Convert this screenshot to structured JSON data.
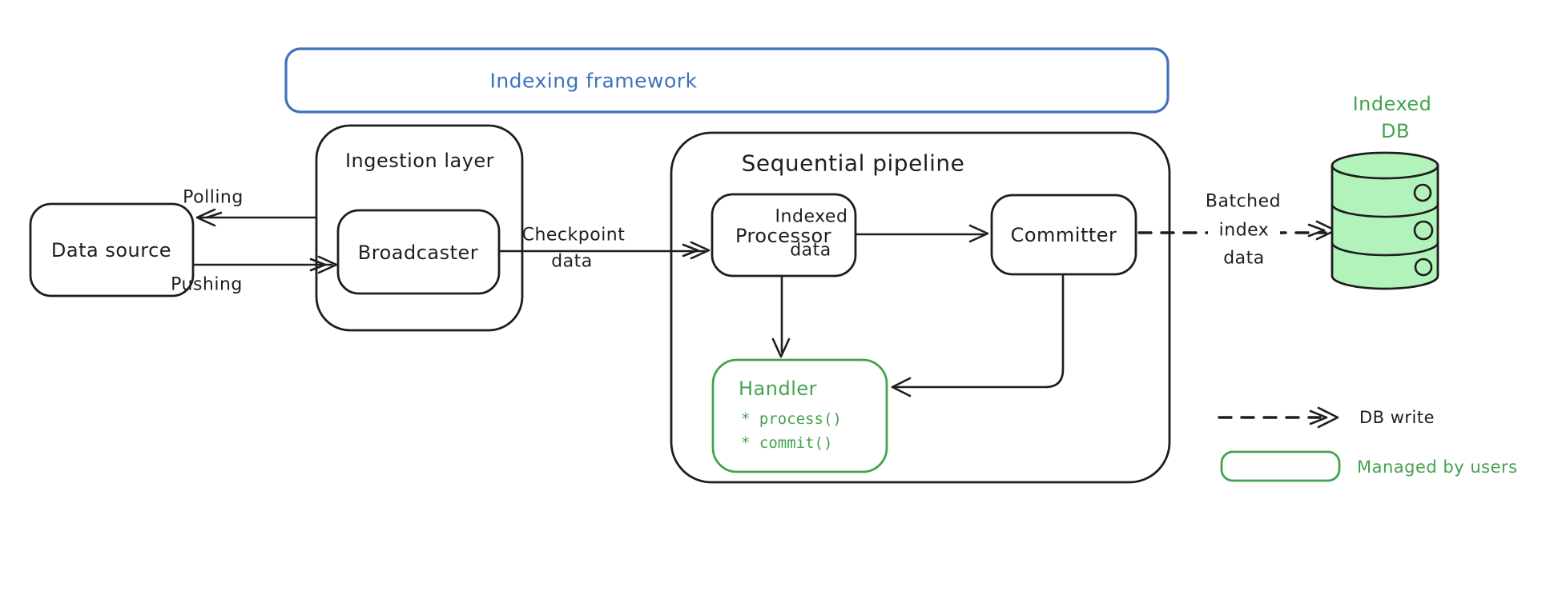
{
  "diagram": {
    "frame": {
      "label": "Indexing framework",
      "color": "#3d72bf"
    },
    "nodes": {
      "data_source": {
        "label": "Data source"
      },
      "ingestion_layer": {
        "label": "Ingestion layer"
      },
      "broadcaster": {
        "label": "Broadcaster"
      },
      "sequential_pipeline": {
        "label": "Sequential pipeline"
      },
      "processor": {
        "label": "Processor"
      },
      "committer": {
        "label": "Committer"
      },
      "handler": {
        "title": "Handler",
        "methods": [
          "* process()",
          "* commit()"
        ],
        "color": "#44a24e"
      },
      "indexed_db": {
        "line1": "Indexed",
        "line2": "DB",
        "color": "#44a24e",
        "fill": "#b2f2bb"
      }
    },
    "edges": {
      "polling": {
        "label": "Polling"
      },
      "pushing": {
        "label": "Pushing"
      },
      "checkpoint": {
        "line1": "Checkpoint",
        "line2": "data"
      },
      "indexed_data": {
        "line1": "Indexed",
        "line2": "data"
      },
      "batched_index": {
        "line1": "Batched",
        "line2": "index",
        "line3": "data"
      }
    },
    "legend": {
      "db_write_label": "DB write",
      "managed_by_users_label": "Managed by users"
    },
    "colors": {
      "stroke": "#1e1e1e",
      "blue": "#3d72bf",
      "green": "#44a24e",
      "green_fill": "#b2f2bb",
      "background": "#ffffff"
    }
  }
}
